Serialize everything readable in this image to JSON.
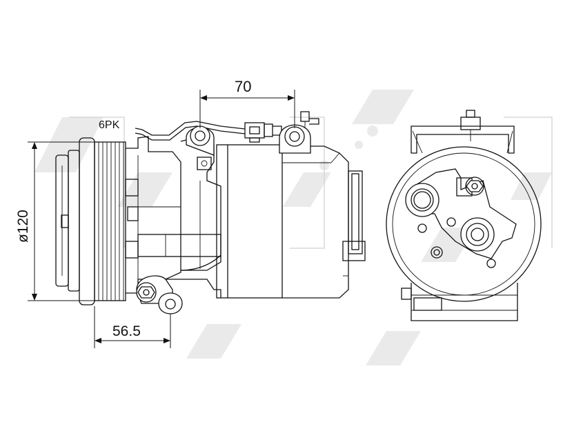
{
  "labels": {
    "belt": "6PK",
    "dim_top": "70",
    "dim_pulley_dia": "ø120",
    "dim_bottom": "56.5"
  }
}
